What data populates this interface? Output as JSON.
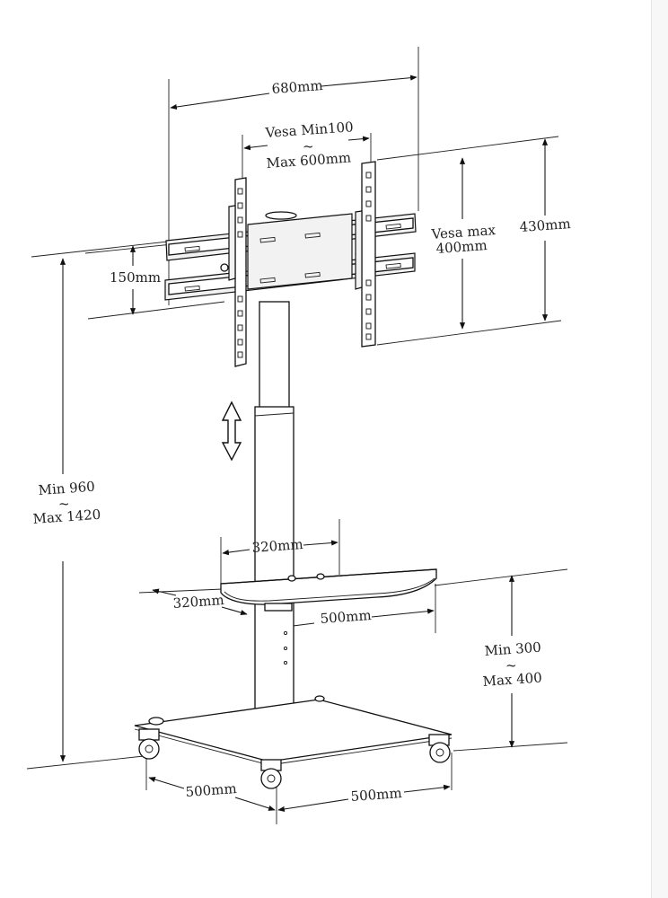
{
  "diagram": {
    "colors": {
      "line": "#1a1a1a",
      "background": "#ffffff"
    },
    "labels": {
      "total_width": "680mm",
      "vesa_min_line1": "Vesa Min100",
      "vesa_tilde": "~",
      "vesa_min_line2": "Max 600mm",
      "vesa_max_line1": "Vesa max",
      "vesa_max_line2": "400mm",
      "bracket_height": "430mm",
      "rail_spacing": "150mm",
      "height_line1": "Min 960",
      "height_tilde": "~",
      "height_line2": "Max 1420",
      "shelf_width": "320mm",
      "shelf_depth": "320mm",
      "shelf_span": "500mm",
      "shelf_height_line1": "Min 300",
      "shelf_height_tilde": "~",
      "shelf_height_line2": "Max 400",
      "base_depth": "500mm",
      "base_width": "500mm"
    }
  }
}
